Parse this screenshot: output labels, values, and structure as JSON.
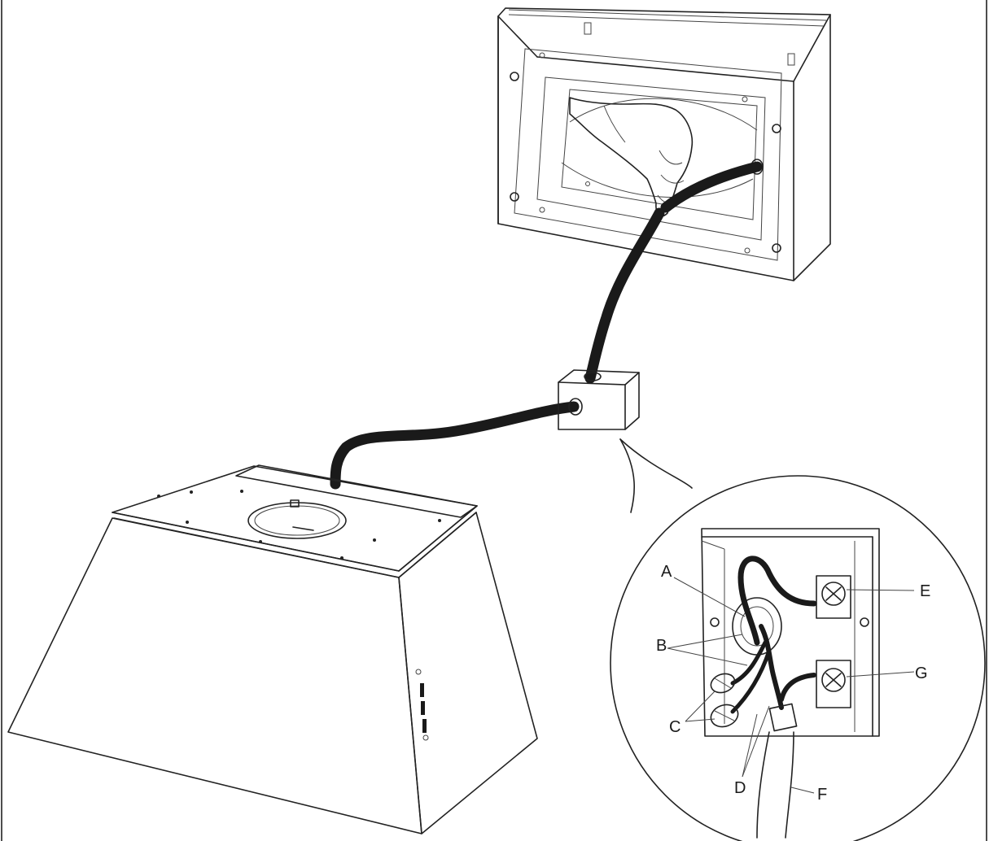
{
  "diagram": {
    "callouts": {
      "A": "A",
      "B": "B",
      "C": "C",
      "D": "D",
      "E": "E",
      "F": "F",
      "G": "G"
    },
    "colors": {
      "line": "#222222",
      "cable": "#1a1a1a",
      "background": "#ffffff"
    }
  }
}
